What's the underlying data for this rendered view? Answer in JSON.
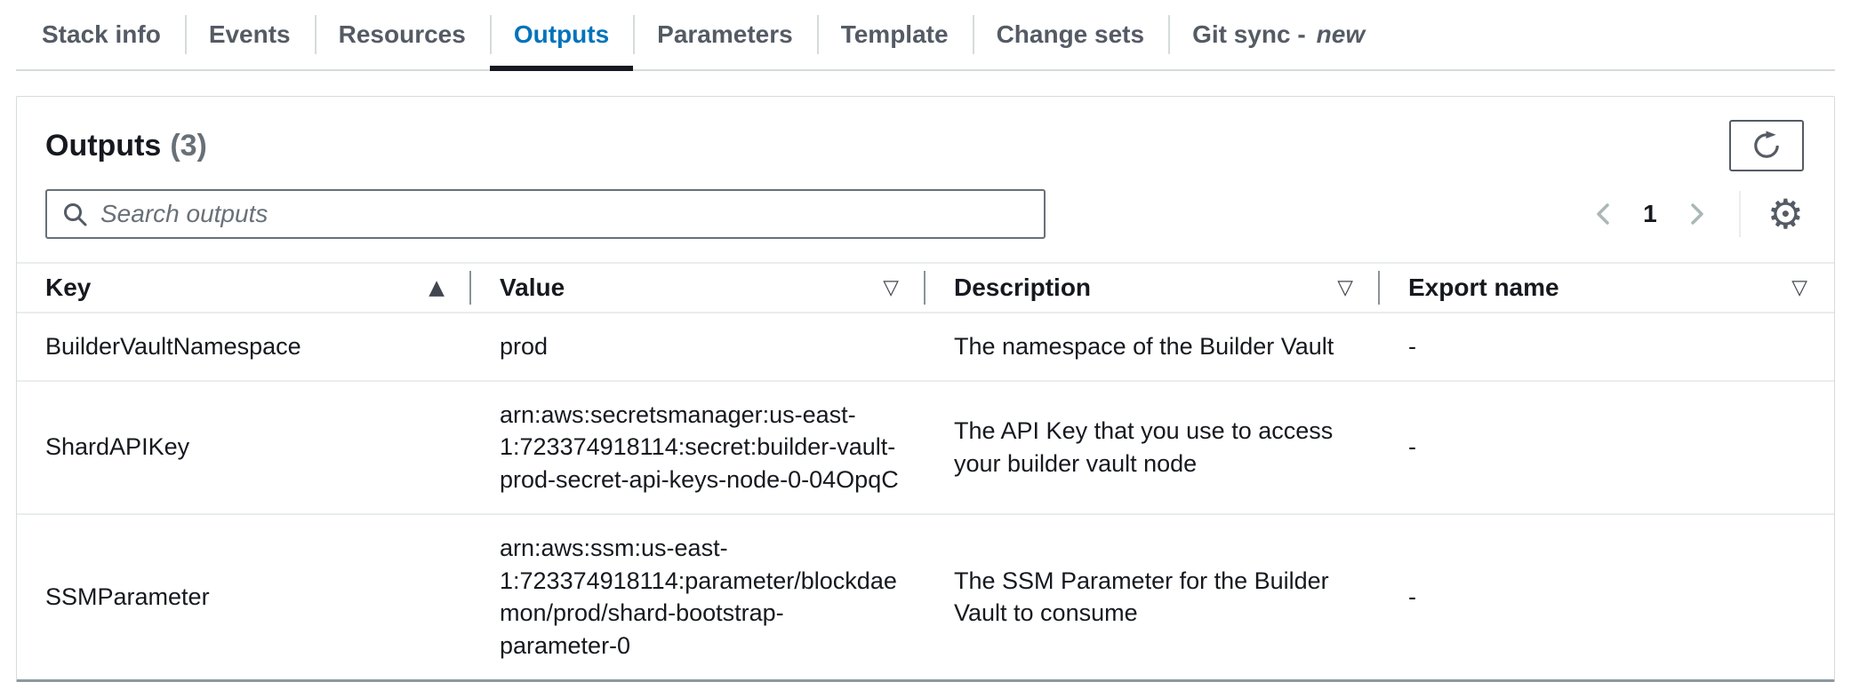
{
  "colors": {
    "active_tab_blue": "#0073bb",
    "heading_text": "#16191f",
    "secondary_gray": "#687078",
    "tab_gray": "#545b64",
    "divider": "#eaeded"
  },
  "tabs": {
    "items": [
      {
        "label": "Stack info"
      },
      {
        "label": "Events"
      },
      {
        "label": "Resources"
      },
      {
        "label": "Outputs"
      },
      {
        "label": "Parameters"
      },
      {
        "label": "Template"
      },
      {
        "label": "Change sets"
      },
      {
        "label": "Git sync -"
      }
    ],
    "active_tab": "Outputs",
    "git_sync_badge": "new"
  },
  "panel": {
    "title": "Outputs",
    "count": "(3)",
    "search_placeholder": "Search outputs",
    "search_value": "",
    "pagination": {
      "current_page": "1"
    },
    "icons": {
      "refresh": "refresh-circular-arrow",
      "search": "magnifier",
      "settings_glyph": "⚙",
      "prev": "chevron-left",
      "next": "chevron-right"
    }
  },
  "table": {
    "columns": [
      {
        "label": "Key",
        "sort_icon": "▲",
        "sorted": "ascending"
      },
      {
        "label": "Value",
        "sort_icon": "▽",
        "sorted": "none"
      },
      {
        "label": "Description",
        "sort_icon": "▽",
        "sorted": "none"
      },
      {
        "label": "Export name",
        "sort_icon": "▽",
        "sorted": "none"
      }
    ],
    "rows": [
      {
        "key": "BuilderVaultNamespace",
        "value": "prod",
        "description": "The namespace of the Builder Vault",
        "export_name": "-"
      },
      {
        "key": "ShardAPIKey",
        "value": "arn:aws:secretsmanager:us-east-1:723374918114:secret:builder-vault-prod-secret-api-keys-node-0-04OpqC",
        "description": "The API Key that you use to access your builder vault node",
        "export_name": "-"
      },
      {
        "key": "SSMParameter",
        "value": "arn:aws:ssm:us-east-1:723374918114:parameter/blockdaemon/prod/shard-bootstrap-parameter-0",
        "description": "The SSM Parameter for the Builder Vault to consume",
        "export_name": "-"
      }
    ]
  }
}
